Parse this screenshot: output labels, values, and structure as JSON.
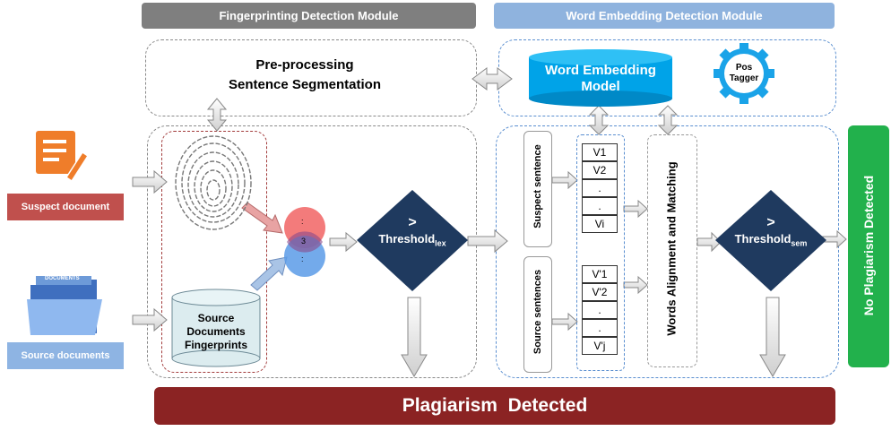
{
  "headers": {
    "fingerprinting": "Fingerprinting Detection Module",
    "word_embedding": "Word Embedding Detection Module"
  },
  "preprocessing": {
    "line1": "Pre-processing",
    "line2": "Sentence Segmentation"
  },
  "embedding_model": {
    "line1": "Word Embedding",
    "line2": "Model"
  },
  "pos_tagger": {
    "line1": "Pos",
    "line2": "Tagger"
  },
  "inputs": {
    "suspect": "Suspect document",
    "source": "Source documents",
    "folder_tab": "DOCUMENTS"
  },
  "fingerprints_db": {
    "line1": "Source",
    "line2": "Documents",
    "line3": "Fingerprints"
  },
  "venn": {
    "top": ":",
    "middle": "3",
    "bottom": ":"
  },
  "threshold_lex": {
    "gt": ">",
    "base": "Threshold",
    "sub": "lex"
  },
  "threshold_sem": {
    "gt": ">",
    "base": "Threshold",
    "sub": "sem"
  },
  "sentences": {
    "suspect": "Suspect sentence",
    "source": "Source sentences"
  },
  "vectors_suspect": [
    "V1",
    "V2",
    ".",
    ".",
    "Vi"
  ],
  "vectors_source": [
    "V'1",
    "V'2",
    ".",
    ".",
    "V'j"
  ],
  "alignment": "Words Alignment and Matching",
  "no_plagiarism": "No Plagiarism Detected",
  "plagiarism": "Plagiarism  Detected",
  "colors": {
    "header_fp": "#7f7f7f",
    "header_we": "#8fb3de",
    "suspect_btn": "#c0504d",
    "source_btn": "#8eb4e3",
    "diamond": "#1f3a5f",
    "cylinder": "#00a3e8",
    "pos_gear": "#1aa3e8",
    "plagiarism_bar": "#8b2323",
    "no_plagiarism_bar": "#22b14c"
  }
}
